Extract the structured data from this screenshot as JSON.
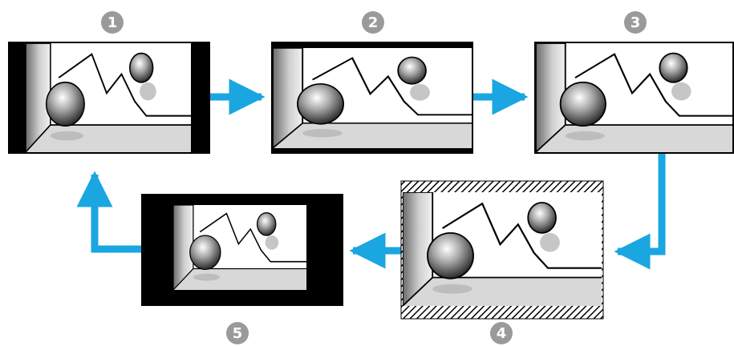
{
  "colors": {
    "arrow": "#1aa6e0",
    "badge": "#9a9a9a",
    "frame": "#000000",
    "scene_floor": "#d8d8d8",
    "scene_bg": "#ffffff"
  },
  "steps": [
    {
      "number": "1",
      "mode": "pillarbox-black"
    },
    {
      "number": "2",
      "mode": "letterbox-black"
    },
    {
      "number": "3",
      "mode": "full"
    },
    {
      "number": "4",
      "mode": "letterbox-hatched-stretched"
    },
    {
      "number": "5",
      "mode": "windowbox-black"
    }
  ],
  "flow": [
    "1",
    "2",
    "3",
    "4",
    "5",
    "1"
  ],
  "icons": {
    "arrow": "arrow-right-icon",
    "badge": "number-badge-icon"
  }
}
